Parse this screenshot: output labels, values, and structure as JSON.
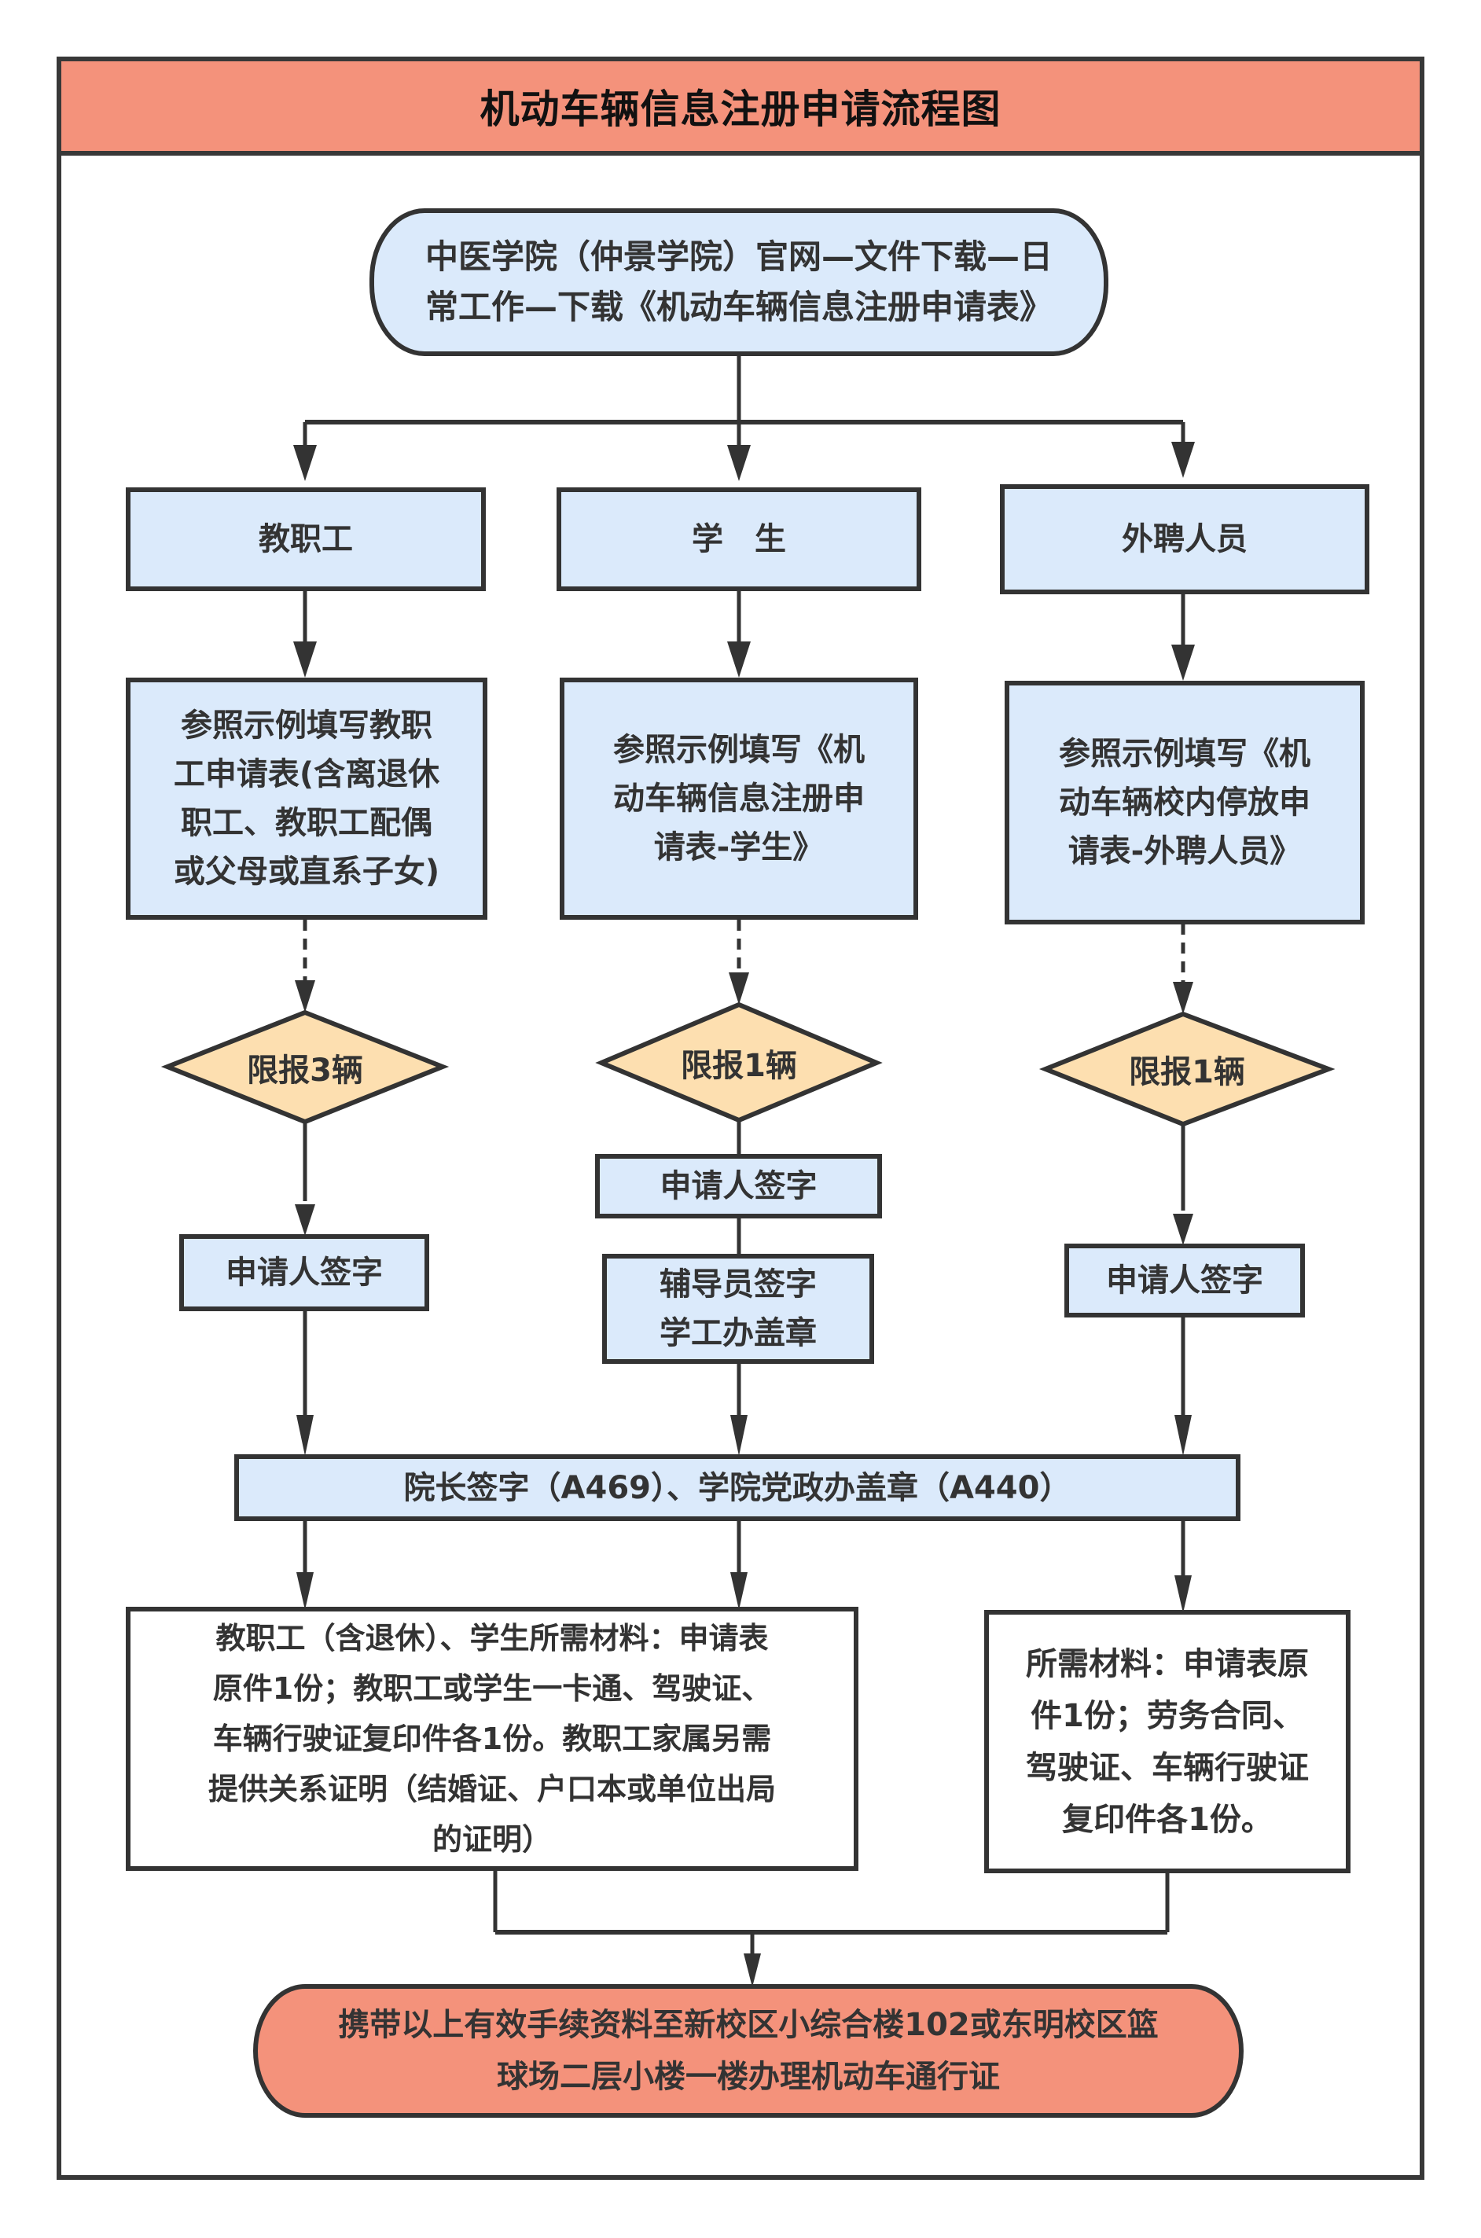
{
  "title": "机动车辆信息注册申请流程图",
  "colors": {
    "header_fill": "#f4927b",
    "process_fill": "#dbeafb",
    "decision_fill": "#fddfb0",
    "terminal_fill": "#f4927b",
    "stroke": "#333333"
  },
  "start": {
    "text": "中医学院（仲景学院）官网—文件下载—日\n常工作—下载《机动车辆信息注册申请表》"
  },
  "branches": [
    {
      "category": "教职工",
      "form": "参照示例填写教职\n工申请表(含离退休\n职工、教职工配偶\n或父母或直系子女)",
      "limit": "限报3辆",
      "steps": [
        "申请人签字"
      ]
    },
    {
      "category": "学　生",
      "form": "参照示例填写《机\n动车辆信息注册申\n请表-学生》",
      "limit": "限报1辆",
      "steps": [
        "申请人签字",
        "辅导员签字\n学工办盖章"
      ]
    },
    {
      "category": "外聘人员",
      "form": "参照示例填写《机\n动车辆校内停放申\n请表-外聘人员》",
      "limit": "限报1辆",
      "steps": [
        "申请人签字"
      ]
    }
  ],
  "approval": "院长签字（A469）、学院党政办盖章（A440）",
  "materials": {
    "staff_students": "教职工（含退休）、学生所需材料：申请表\n原件1份；教职工或学生一卡通、驾驶证、\n车辆行驶证复印件各1份。教职工家属另需\n提供关系证明（结婚证、户口本或单位出局\n的证明）",
    "external": "所需材料：申请表原\n件1份；劳务合同、\n驾驶证、车辆行驶证\n复印件各1份。"
  },
  "end": {
    "text": "携带以上有效手续资料至新校区小综合楼102或东明校区篮\n球场二层小楼一楼办理机动车通行证"
  }
}
